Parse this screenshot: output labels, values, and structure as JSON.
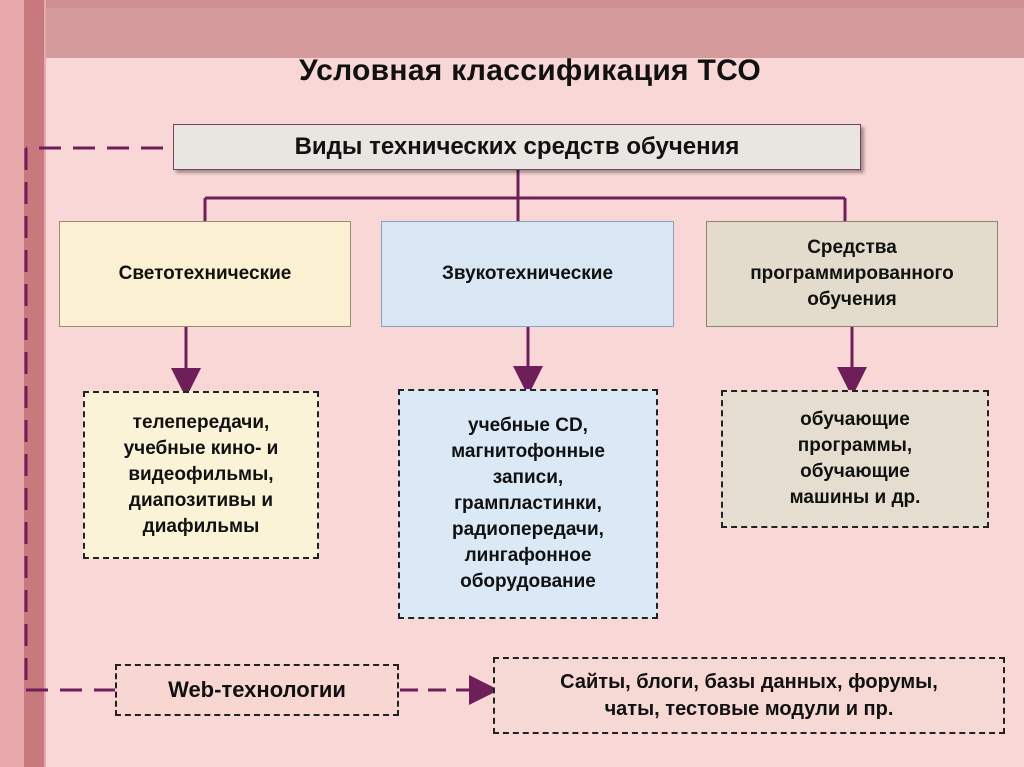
{
  "title": "Условная классификация ТСО",
  "root": {
    "label": "Виды технических средств обучения"
  },
  "categories": [
    {
      "label": "Светотехнические",
      "examples": [
        "телепередачи,",
        "учебные кино- и",
        "видеофильмы,",
        "диапозитивы и",
        "диафильмы"
      ]
    },
    {
      "label": "Звукотехнические",
      "examples": [
        "учебные CD,",
        "магнитофонные",
        "записи,",
        "грампластинки,",
        "радиопередачи,",
        "лингафонное",
        "оборудование"
      ]
    },
    {
      "label": "Средства программированного обучения",
      "examples": [
        "обучающие",
        "программы,",
        "обучающие",
        "машины и др."
      ]
    }
  ],
  "web": {
    "label": "Web-технологии",
    "examples": [
      "Сайты, блоги, базы данных, форумы,",
      "чаты, тестовые модули и пр."
    ]
  },
  "colors": {
    "connector": "#6e1f5a",
    "background": "#f9d7d6"
  }
}
